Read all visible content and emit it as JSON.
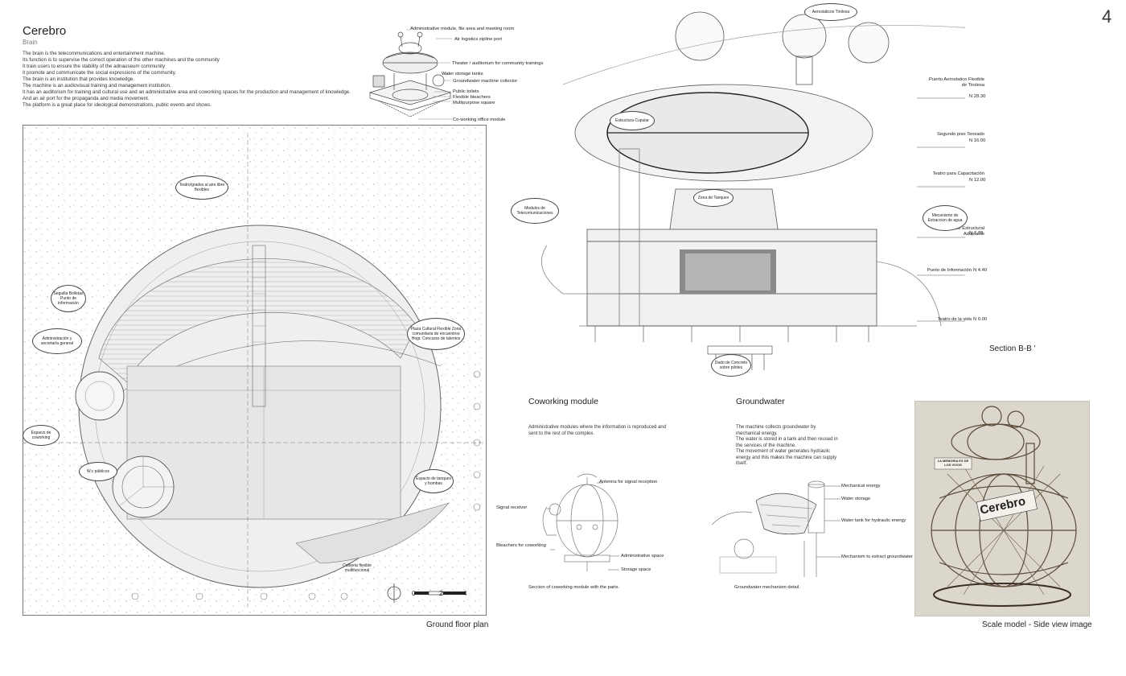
{
  "page_number": "4",
  "header": {
    "title": "Cerebro",
    "subtitle": "Brain",
    "description": [
      "The brain is the telecommunications and entertainment machine.",
      "Its function is to supervise the correct operation of the other machines and the community",
      "It train users to ensure the stability of the adnauseum community",
      "It promote and communicate the social expressions of the community.",
      "The brain is an institution that provides knowledge.",
      "The machine is an audiovisual training and management institution.",
      "It has an auditorium for training and cultural use and an administrative area and coworking spaces for the production and management of knowledge.",
      "And an air port for the propaganda and media movement.",
      "The platform is a great place for ideological demonstrations, public events and shows."
    ]
  },
  "axonometric_labels": [
    "Administrative module, file area and meeting room",
    "Air logistics zipline port",
    "Theater / auditorium for community trainings",
    "Water storage tanks",
    "Groundwater machine collector",
    "Public toilets",
    "Flexible bleachers",
    "Multipurpose square",
    "Co-working office module"
  ],
  "plan": {
    "caption": "Ground floor plan",
    "scale_ticks": [
      "0",
      "2",
      "4"
    ],
    "bubbles": [
      "Teatro/grades al aire libre flexibles",
      "Seguilla Bolletas Punto de información",
      "Administración y secretaría general",
      "Espacio de coworking",
      "W.c públicos",
      "Plaza Cultural Flexible Zona comunitaria de encuentros Hogr. Concurso de talentos",
      "Espacio de tanques y bombas",
      "Cubierta flexible multifuncional"
    ]
  },
  "section": {
    "caption": "Section B-B '",
    "bubbles": [
      "Aerostaticos Tirolesa",
      "Estructura Cupular",
      "Modulos de Telecomunicaciones",
      "Zona de Tanques",
      "Mecanismo de Extraccion de agua",
      "Dado de Concreto sobre pilotes"
    ],
    "levels": [
      {
        "name": "Puerto Aerostatico Flexible de Tirolesa",
        "elev": "N 28.30"
      },
      {
        "name": "Segundo piso Tensado",
        "elev": "N 16.00"
      },
      {
        "name": "Teatro para Capacitación",
        "elev": "N 12.00"
      },
      {
        "name": "Puente Estructural Adaptable",
        "elev": "N 7.70"
      },
      {
        "name": "Punto de Información",
        "elev": "N 4.40"
      },
      {
        "name": "Teatro de la vida",
        "elev": "N 0.00"
      }
    ]
  },
  "coworking": {
    "heading": "Coworking module",
    "text": "Administrative modules where the information is reproduced and sent to the rest of the complex.",
    "labels": [
      "Antenna for signal reception",
      "Signal receiver",
      "Bleachers for coworking",
      "Administrative space",
      "Storage space"
    ],
    "caption": "Seccion of coworking module with the parts."
  },
  "groundwater": {
    "heading": "Groundwater",
    "text": [
      "The machine collects groundwater by mechanical energy.",
      "The water is stored in a tank and then reused in the services of the machine.",
      "The movement of water generates hydraulic energy and this makes the machine can supply itself."
    ],
    "labels": [
      "Mechanical energy",
      "Water storage",
      "Water tank for hydraulic energy",
      "Mechanism to extract groundwater"
    ],
    "caption": "Groundwater mechanism detail."
  },
  "model": {
    "caption": "Scale model - Side view image",
    "sign": "Cerebro",
    "plaque": "LA MEMORIA ES DE LOS VIVOS"
  }
}
